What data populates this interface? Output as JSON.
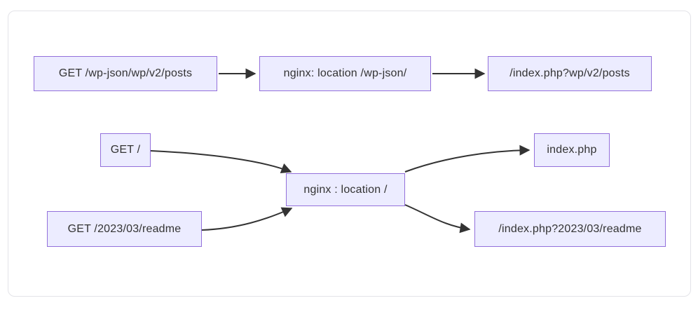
{
  "diagram": {
    "type": "flowchart",
    "description": "nginx request routing flow",
    "colors": {
      "node_fill": "#ECECFF",
      "node_border": "#9370DB",
      "edge_stroke": "#333333",
      "text": "#333333",
      "frame_border": "#e3e3e8",
      "background": "#ffffff"
    },
    "nodes": [
      {
        "id": "req_wpjson",
        "label": "GET /wp-json/wp/v2/posts"
      },
      {
        "id": "nginx_wpjson",
        "label": "nginx: location /wp-json/"
      },
      {
        "id": "res_wpjson",
        "label": "/index.php?wp/v2/posts"
      },
      {
        "id": "req_root",
        "label": "GET /"
      },
      {
        "id": "nginx_root",
        "label": "nginx : location /"
      },
      {
        "id": "res_php",
        "label": "index.php"
      },
      {
        "id": "req_readme",
        "label": "GET /2023/03/readme"
      },
      {
        "id": "res_readme",
        "label": "/index.php?2023/03/readme"
      }
    ],
    "edges": [
      {
        "from": "req_wpjson",
        "to": "nginx_wpjson"
      },
      {
        "from": "nginx_wpjson",
        "to": "res_wpjson"
      },
      {
        "from": "req_root",
        "to": "nginx_root"
      },
      {
        "from": "req_readme",
        "to": "nginx_root"
      },
      {
        "from": "nginx_root",
        "to": "res_php"
      },
      {
        "from": "nginx_root",
        "to": "res_readme"
      }
    ]
  }
}
